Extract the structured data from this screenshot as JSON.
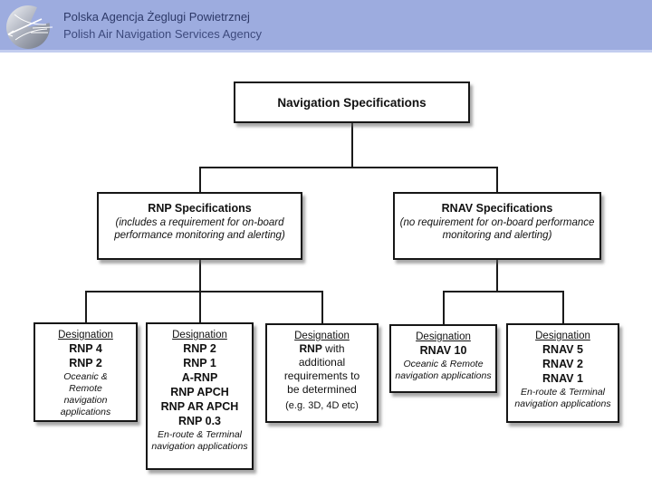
{
  "header": {
    "line1": "Polska Agencja Żeglugi Powietrznej",
    "line2": "Polish Air Navigation Services Agency",
    "logo_name": "pansa-globe-logo",
    "bar_color": "#9dacdf",
    "text_color": "#2d3968"
  },
  "diagram": {
    "root": {
      "title": "Navigation Specifications"
    },
    "level2": [
      {
        "id": "rnp",
        "title": "RNP Specifications",
        "subtitle": "(includes a requirement for on-board performance monitoring and alerting)"
      },
      {
        "id": "rnav",
        "title": "RNAV Specifications",
        "subtitle": "(no requirement for on-board performance monitoring and alerting)"
      }
    ],
    "level3": [
      {
        "parent": "rnp",
        "heading": "Designation",
        "items": [
          "RNP 4",
          "RNP 2"
        ],
        "note": "Oceanic & Remote navigation applications"
      },
      {
        "parent": "rnp",
        "heading": "Designation",
        "items": [
          "RNP 2",
          "RNP 1",
          "A-RNP",
          "RNP APCH",
          "RNP AR APCH",
          "RNP 0.3"
        ],
        "note": "En-route & Terminal navigation applications"
      },
      {
        "parent": "rnp",
        "heading": "Designation",
        "lead_bold": "RNP",
        "lead_rest": " with additional requirements to be determined",
        "note": "(e.g. 3D, 4D etc)"
      },
      {
        "parent": "rnav",
        "heading": "Designation",
        "items": [
          "RNAV 10"
        ],
        "note": "Oceanic & Remote navigation applications"
      },
      {
        "parent": "rnav",
        "heading": "Designation",
        "items": [
          "RNAV 5",
          "RNAV 2",
          "RNAV 1"
        ],
        "note": "En-route & Terminal navigation applications"
      }
    ]
  }
}
